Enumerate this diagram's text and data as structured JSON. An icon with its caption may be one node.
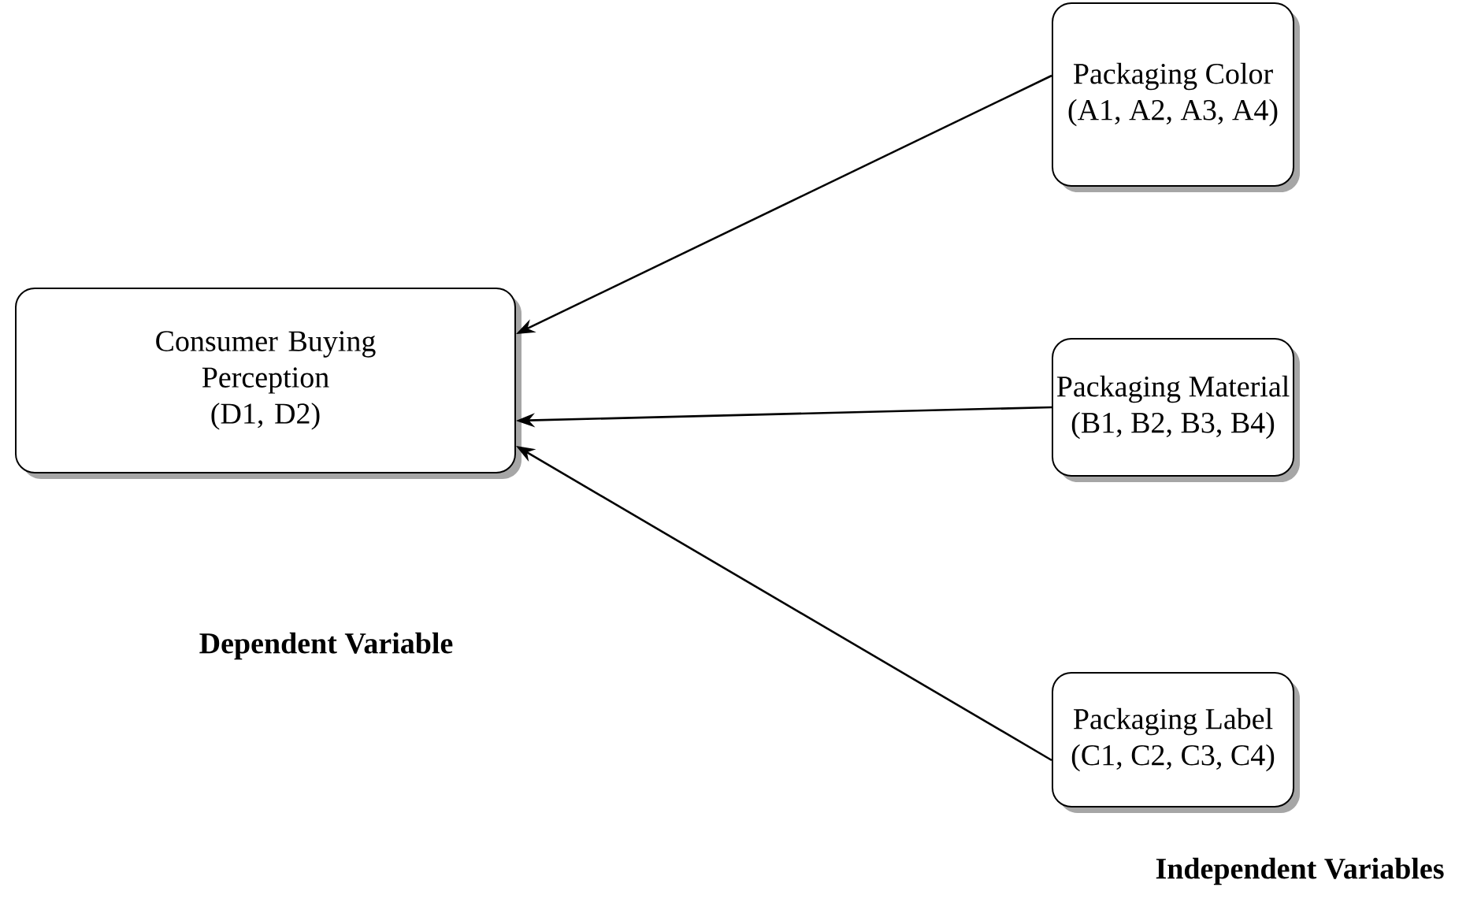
{
  "diagram": {
    "nodes": [
      {
        "text": [
          "Consumer Buying Perception",
          "(D1, D2)"
        ]
      },
      {
        "text": [
          "Packaging Color",
          "(A1, A2, A3, A4)"
        ]
      },
      {
        "text": [
          "Packaging Material",
          "(B1, B2, B3, B4)"
        ]
      },
      {
        "text": [
          "Packaging Label",
          "(C1, C2, C3, C4)"
        ]
      }
    ],
    "edges": [
      {
        "from": 1,
        "to": 0,
        "arrow": "to"
      },
      {
        "from": 2,
        "to": 0,
        "arrow": "to"
      },
      {
        "from": 3,
        "to": 0,
        "arrow": "to"
      }
    ],
    "labels": [
      "Dependent Variable",
      "Independent Variables"
    ]
  }
}
